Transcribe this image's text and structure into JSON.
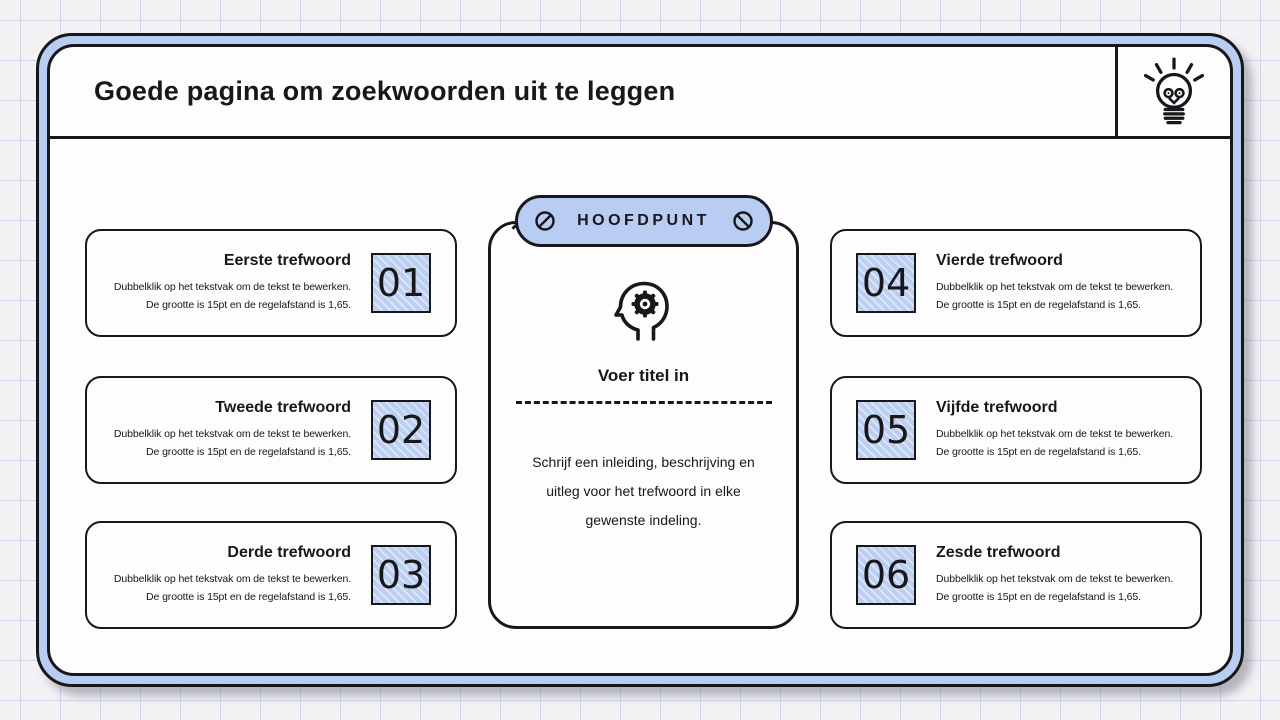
{
  "slide": {
    "title": "Goede pagina om zoekwoorden uit te leggen"
  },
  "badge": {
    "label": "HOOFDPUNT"
  },
  "center": {
    "title": "Voer titel in",
    "description": "Schrijf een inleiding, beschrijving en\nuitleg voor het trefwoord in elke\ngewenste indeling."
  },
  "cards": [
    {
      "number": "01",
      "title": "Eerste trefwoord",
      "body1": "Dubbelklik op het tekstvak om de tekst te bewerken.",
      "body2": "De grootte is 15pt en de regelafstand is 1,65."
    },
    {
      "number": "02",
      "title": "Tweede trefwoord",
      "body1": "Dubbelklik op het tekstvak om de tekst te bewerken.",
      "body2": "De grootte is 15pt en de regelafstand is 1,65."
    },
    {
      "number": "03",
      "title": "Derde trefwoord",
      "body1": "Dubbelklik op het tekstvak om de tekst te bewerken.",
      "body2": "De grootte is 15pt en de regelafstand is 1,65."
    },
    {
      "number": "04",
      "title": "Vierde trefwoord",
      "body1": "Dubbelklik op het tekstvak om de tekst te bewerken.",
      "body2": "De grootte is 15pt en de regelafstand is 1,65."
    },
    {
      "number": "05",
      "title": "Vijfde trefwoord",
      "body1": "Dubbelklik op het tekstvak om de tekst te bewerken.",
      "body2": "De grootte is 15pt en de regelafstand is 1,65."
    },
    {
      "number": "06",
      "title": "Zesde trefwoord",
      "body1": "Dubbelklik op het tekstvak om de tekst te bewerken.",
      "body2": "De grootte is 15pt en de regelafstand is 1,65."
    }
  ],
  "icons": {
    "header": "lightbulb-icon",
    "center": "head-with-gear-icon",
    "badge_left": "screw-icon",
    "badge_right": "screw-icon"
  },
  "colors": {
    "accent": "#b9cdf2",
    "ink": "#17171c",
    "paper": "#fdfdfd",
    "background": "#f2f2f5",
    "grid": "#d2d4ec"
  }
}
